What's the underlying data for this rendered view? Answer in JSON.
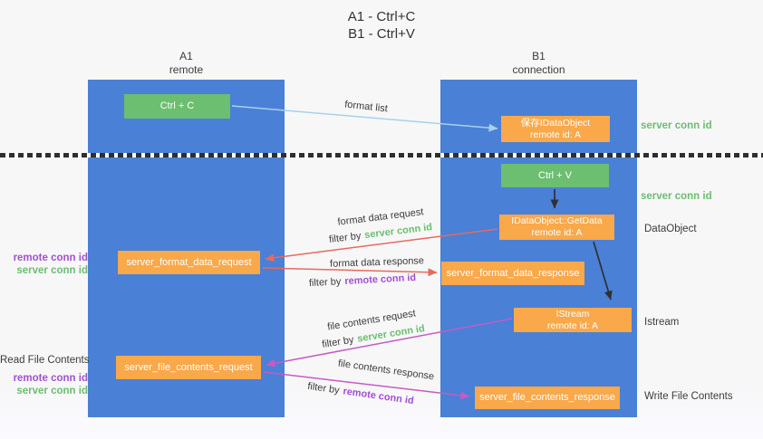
{
  "title": {
    "line1": "A1 - Ctrl+C",
    "line2": "B1 - Ctrl+V"
  },
  "lanes": {
    "left": {
      "name": "A1",
      "role": "remote"
    },
    "right": {
      "name": "B1",
      "role": "connection"
    }
  },
  "boxes": {
    "ctrl_c": {
      "label": "Ctrl + C"
    },
    "save_idataobject": {
      "line1": "保存IDataObject",
      "line2": "remote id: A"
    },
    "ctrl_v": {
      "label": "Ctrl + V"
    },
    "getdata": {
      "line1": "IDataObject::GetData",
      "line2": "remote id: A"
    },
    "format_request": {
      "label": "server_format_data_request"
    },
    "format_response": {
      "label": "server_format_data_response"
    },
    "istream": {
      "line1": "IStream",
      "line2": "remote id: A"
    },
    "file_request": {
      "label": "server_file_contents_request"
    },
    "file_response": {
      "label": "server_file_contents_response"
    }
  },
  "flow_labels": {
    "format_list": "format list",
    "format_data_request": "format data request",
    "format_data_request_filter_prefix": "filter by",
    "format_data_request_filter_key": "server conn id",
    "format_data_response": "format data response",
    "format_data_response_filter_prefix": "filter by",
    "format_data_response_filter_key": "remote conn id",
    "file_contents_request": "file contents request",
    "file_contents_request_filter_prefix": "filter by",
    "file_contents_request_filter_key": "server conn id",
    "file_contents_response": "file contents response",
    "file_contents_response_filter_prefix": "filter by",
    "file_contents_response_filter_key": "remote conn id"
  },
  "side_labels": {
    "right_server_conn_top": "server conn id",
    "right_server_conn_mid": "server conn id",
    "right_dataobject": "DataObject",
    "right_istream": "Istream",
    "right_write_file": "Write File Contents",
    "left_remote_conn_1": "remote conn id",
    "left_server_conn_1": "server conn id",
    "left_read_file": "Read File Contents",
    "left_remote_conn_2": "remote conn id",
    "left_server_conn_2": "server conn id"
  },
  "colors": {
    "lane_blue": "#4a80d6",
    "box_green": "#6cbe70",
    "box_orange": "#f9a84a",
    "arrow_light_blue": "#a5d2ec",
    "arrow_red": "#e9695f",
    "arrow_magenta": "#c55bc5",
    "arrow_black": "#303030",
    "text_green": "#6cbe70",
    "text_purple": "#a250cf",
    "text_dark": "#3c3c3c"
  }
}
